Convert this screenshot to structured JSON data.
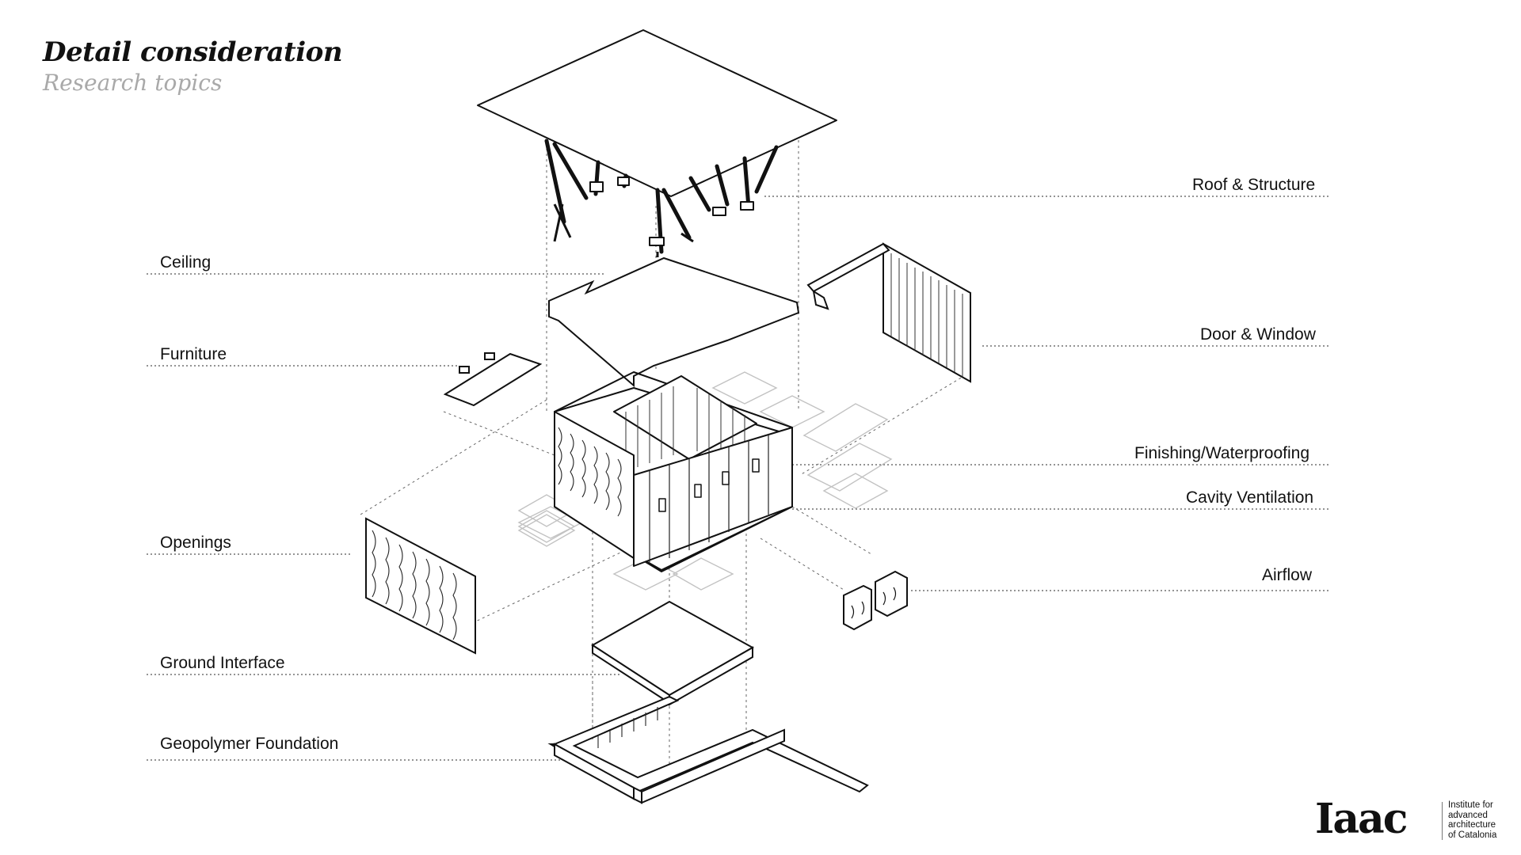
{
  "header": {
    "title": "Detail consideration",
    "subtitle": "Research topics"
  },
  "labels": {
    "roof_structure": "Roof & Structure",
    "ceiling": "Ceiling",
    "door_window": "Door & Window",
    "furniture": "Furniture",
    "finishing_waterproofing": "Finishing/Waterproofing",
    "cavity_ventilation": "Cavity Ventilation",
    "openings": "Openings",
    "airflow": "Airflow",
    "ground_interface": "Ground Interface",
    "geopolymer_foundation": "Geopolymer Foundation"
  },
  "logo": {
    "mark": "Iaac",
    "line1": "Institute for",
    "line2": "advanced",
    "line3": "architecture",
    "line4": "of Catalonia"
  },
  "colors": {
    "line": "#111111",
    "leader": "#555555",
    "ghost": "#bdbdbd",
    "subtitle": "#a9a9a9"
  }
}
